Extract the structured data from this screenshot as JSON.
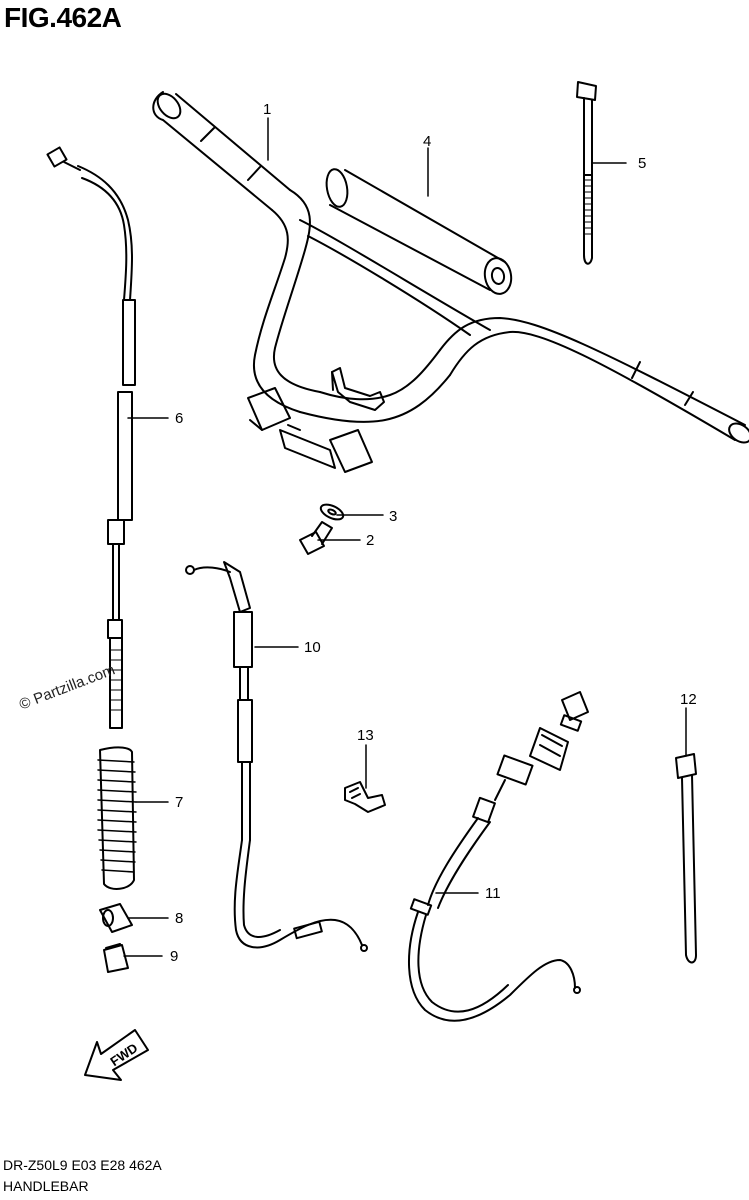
{
  "figure": {
    "title": "FIG.462A",
    "code": "DR-Z50L9  E03  E28  462A",
    "caption": "HANDLEBAR",
    "watermark": "© Partzilla.com",
    "fwd_label": "FWD"
  },
  "callouts": [
    {
      "number": "1",
      "part": "handlebar"
    },
    {
      "number": "2",
      "part": "bolt"
    },
    {
      "number": "3",
      "part": "washer"
    },
    {
      "number": "4",
      "part": "pad"
    },
    {
      "number": "5",
      "part": "tie"
    },
    {
      "number": "6",
      "part": "cable"
    },
    {
      "number": "7",
      "part": "boot"
    },
    {
      "number": "8",
      "part": "clamp"
    },
    {
      "number": "9",
      "part": "cap"
    },
    {
      "number": "10",
      "part": "cable"
    },
    {
      "number": "11",
      "part": "cable"
    },
    {
      "number": "12",
      "part": "tie"
    },
    {
      "number": "13",
      "part": "clamp"
    }
  ]
}
